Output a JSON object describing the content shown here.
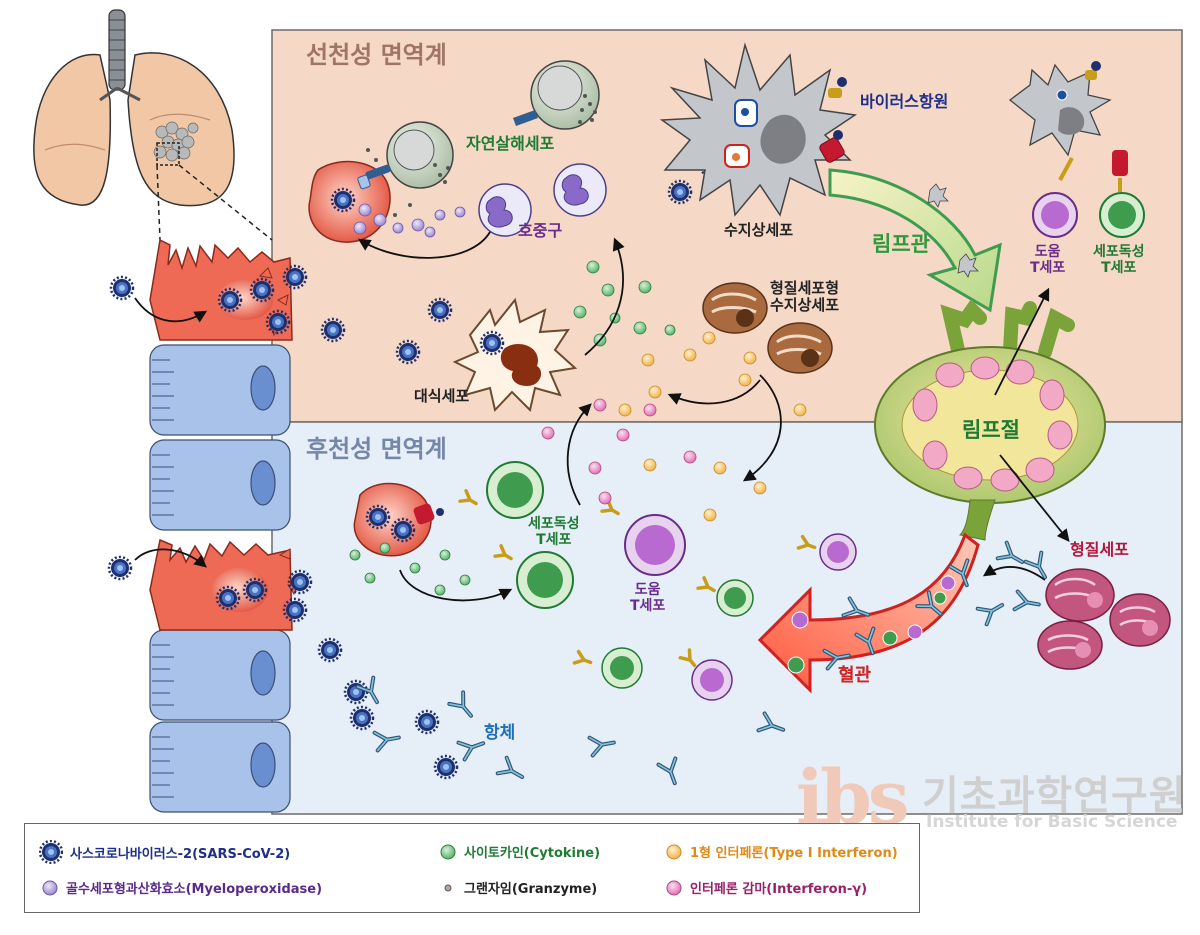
{
  "labels": {
    "innate_title": "선천성 면역계",
    "adaptive_title": "후천성 면역계",
    "nk_cell": "자연살해세포",
    "neutrophil": "호중구",
    "dendritic_cell": "수지상세포",
    "viral_antigen": "바이러스항원",
    "lymphatic_vessel": "림프관",
    "helper_t_top": "도움\nT세포",
    "cytotoxic_t_top": "세포독성\nT세포",
    "plasmacytoid_dc": "형질세포형\n수지상세포",
    "macrophage": "대식세포",
    "lymph_node": "림프절",
    "plasma_cell": "형질세포",
    "cytotoxic_t_mid": "세포독성\nT세포",
    "helper_t_mid": "도움\nT세포",
    "blood_vessel": "혈관",
    "antibody": "항체"
  },
  "legend": [
    {
      "name": "sars-cov-2",
      "text": "사스코로나바이러스-2(SARS-CoV-2)",
      "color": "#1d2f6e"
    },
    {
      "name": "cytokine",
      "text": "사이토카인(Cytokine)",
      "color": "#9ed9a8"
    },
    {
      "name": "type1-interferon",
      "text": "1형 인터페론(Type I Interferon)",
      "color": "#f5c36a"
    },
    {
      "name": "myeloperoxidase",
      "text": "골수세포형과산화효소(Myeloperoxidase)",
      "color": "#a995d6"
    },
    {
      "name": "granzyme",
      "text": "그랜자임(Granzyme)",
      "color": "#b8a59a"
    },
    {
      "name": "interferon-gamma",
      "text": "인터페론 감마(Interferon-γ)",
      "color": "#e88fc3"
    }
  ],
  "legend_colors": {
    "sars_text": "#1d2f8a",
    "cytokine_text": "#1f7a33",
    "interferon1_text": "#e08a16",
    "myeloperoxidase_text": "#5a2a8a",
    "granzyme_text": "#222222",
    "interferon_gamma_text": "#9a1f6a"
  },
  "colors": {
    "innate_bg": "#f5d8c6",
    "adaptive_bg": "#e6eef8",
    "infected_cell": "#e85a48",
    "epithelium": "#a9c2ea",
    "lymph_node": "#c8dc8a",
    "vessel_arrow": "#ff6a52"
  },
  "watermark": {
    "logo": "ibs",
    "korean": "기초과학연구원",
    "english": "Institute for Basic Science"
  }
}
